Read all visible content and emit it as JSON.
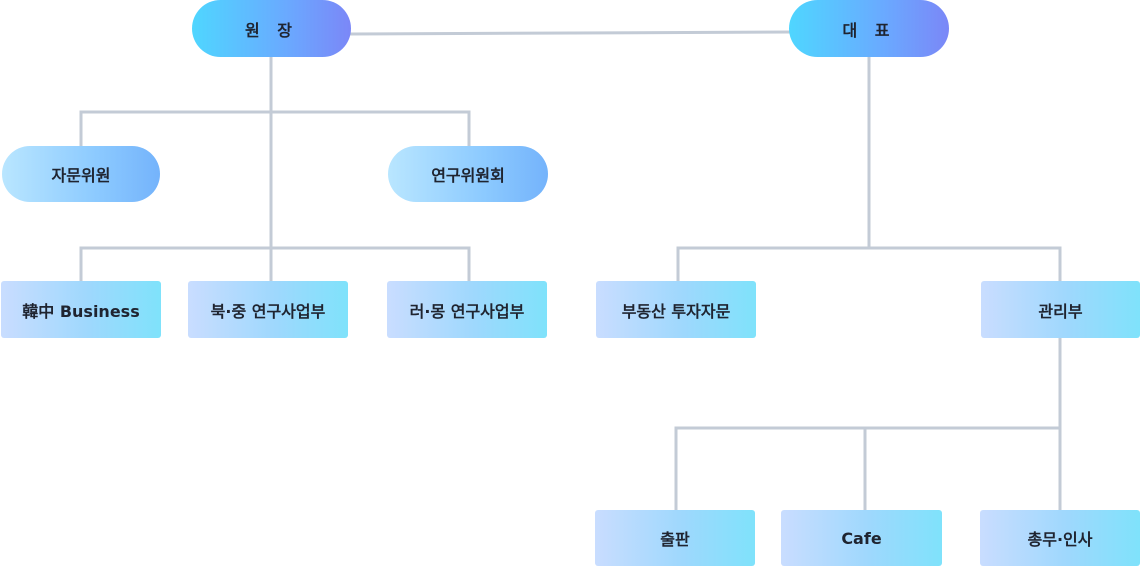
{
  "org": {
    "director": "원 장",
    "ceo": "대 표",
    "advisory": "자문위원",
    "research_committee": "연구위원회",
    "korea_china_business": "韓中 Business",
    "nk_china_research": "북·중 연구사업부",
    "russia_mongolia_research": "러·몽 연구사업부",
    "real_estate": "부동산 투자자문",
    "management": "관리부",
    "publishing": "출판",
    "cafe": "Cafe",
    "general_affairs": "총무·인사"
  },
  "colors": {
    "connector": "#c3cbd6",
    "top_gradient": [
      "#4fd6ff",
      "#6aa9ff",
      "#7b87f7"
    ],
    "pill_gradient": [
      "#b9e6ff",
      "#8ccaff",
      "#74b3fb"
    ],
    "box_gradient": [
      "#c9ddff",
      "#9ed8fd",
      "#7fe2fb"
    ]
  }
}
